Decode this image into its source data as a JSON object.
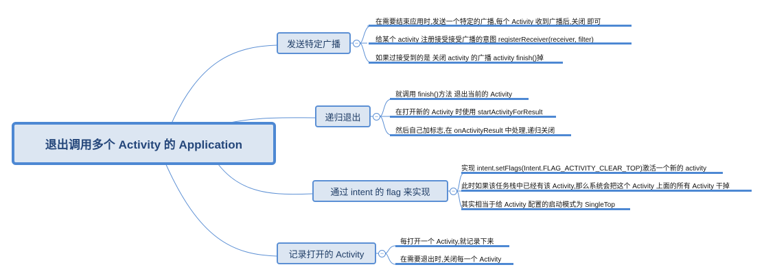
{
  "root": {
    "label": "退出调用多个 Activity 的 Application"
  },
  "branches": [
    {
      "label": "发送特定广播",
      "leaves": [
        "在需要结束应用时,发送一个特定的广播,每个 Activity 收到广播后,关闭 即可",
        "给某个 activity 注册接受接受广播的意图 registerReceiver(receiver, filter)",
        "如果过接受到的是 关闭 activity 的广播 activity finish()掉"
      ]
    },
    {
      "label": "递归退出",
      "leaves": [
        "就调用 finish()方法 退出当前的 Activity",
        "在打开新的 Activity 时使用 startActivityForResult",
        "然后自己加标志,在 onActivityResult 中处理,递归关闭"
      ]
    },
    {
      "label": "通过 intent 的 flag 来实现",
      "leaves": [
        "实现 intent.setFlags(Intent.FLAG_ACTIVITY_CLEAR_TOP)激活一个新的 activity",
        "此时如果该任务栈中已经有该 Activity,那么系统会把这个 Activity 上面的所有 Activity 干掉",
        "其实相当于给 Activity 配置的启动模式为 SingleTop"
      ]
    },
    {
      "label": "记录打开的 Activity",
      "leaves": [
        "每打开一个 Activity,就记录下来",
        "在需要退出时,关闭每一个 Activity"
      ]
    }
  ],
  "toggle_symbol": "−",
  "colors": {
    "accent": "#4d88d3",
    "node_fill": "#dce6f2"
  }
}
